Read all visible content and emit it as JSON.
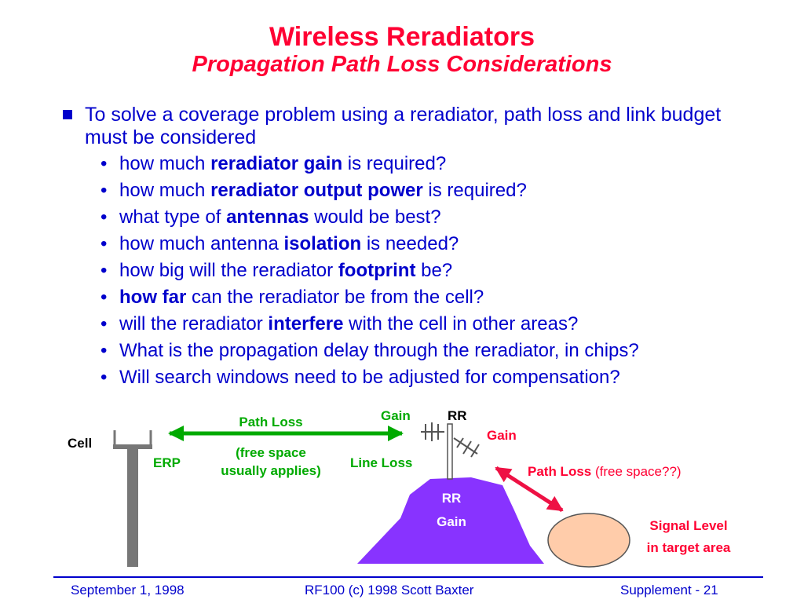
{
  "title": "Wireless Reradiators",
  "subtitle": "Propagation Path Loss Considerations",
  "main_bullet": "To solve a coverage problem using a reradiator, path loss and link budget must be considered",
  "sub_bullets": [
    {
      "pre": "how much ",
      "bold": "reradiator gain",
      "post": " is required?"
    },
    {
      "pre": "how much ",
      "bold": "reradiator output power",
      "post": " is required?"
    },
    {
      "pre": "what type of ",
      "bold": "antennas",
      "post": " would be best?"
    },
    {
      "pre": "how much antenna ",
      "bold": "isolation",
      "post": " is needed?"
    },
    {
      "pre": "how big will the reradiator ",
      "bold": "footprint",
      "post": " be?"
    },
    {
      "pre": "",
      "bold": "how far",
      "post": " can the reradiator be from the cell?"
    },
    {
      "pre": "will the reradiator ",
      "bold": "interfere",
      "post": " with the cell in other areas?"
    },
    {
      "pre": "What is the propagation delay through the reradiator, in chips?",
      "bold": "",
      "post": ""
    },
    {
      "pre": "Will search windows need to be adjusted for compensation?",
      "bold": "",
      "post": ""
    }
  ],
  "diagram": {
    "cell_label": "Cell",
    "erp_label": "ERP",
    "path_loss_label": "Path Loss",
    "free_space_line1": "(free space",
    "free_space_line2": "usually applies)",
    "gain_top_label": "Gain",
    "rr_label": "RR",
    "gain_right_label": "Gain",
    "line_loss_label": "Line Loss",
    "hill_rr_label": "RR",
    "hill_gain_label": "Gain",
    "path_loss2_label": "Path Loss",
    "path_loss2_note": " (free space??)",
    "signal_level_line1": "Signal Level",
    "signal_level_line2": "in target area"
  },
  "colors": {
    "title": "#ff0033",
    "text": "#0000cc",
    "green": "#00aa00",
    "red_arrow": "#ee1144",
    "hill": "#8833ff",
    "target_fill": "#ffccaa"
  },
  "footer": {
    "left": "September 1, 1998",
    "center": "RF100 (c) 1998 Scott Baxter",
    "right": "Supplement - 21"
  }
}
